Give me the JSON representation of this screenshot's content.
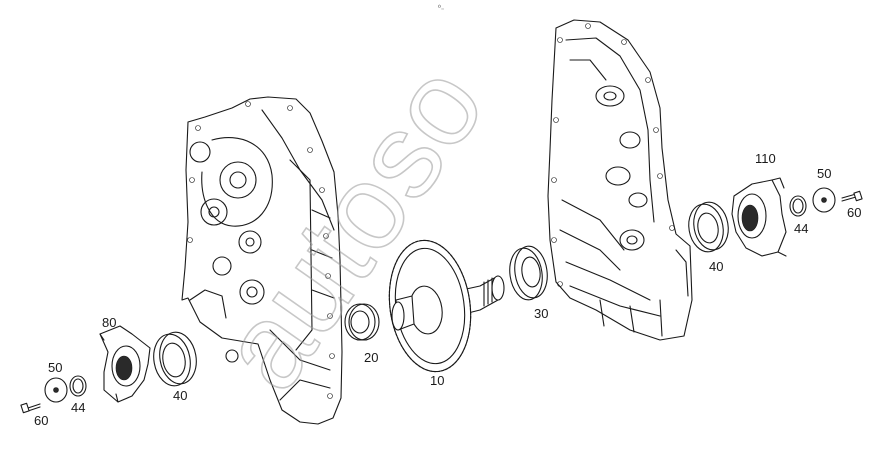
{
  "diagram": {
    "top_mark": "⁰₋",
    "watermark": "autoso",
    "callouts": [
      {
        "id": "10",
        "text": "10"
      },
      {
        "id": "20",
        "text": "20"
      },
      {
        "id": "30",
        "text": "30"
      },
      {
        "id": "40-left",
        "text": "40"
      },
      {
        "id": "40-right",
        "text": "40"
      },
      {
        "id": "44-left",
        "text": "44"
      },
      {
        "id": "44-right",
        "text": "44"
      },
      {
        "id": "50-left",
        "text": "50"
      },
      {
        "id": "50-right",
        "text": "50"
      },
      {
        "id": "60-left",
        "text": "60"
      },
      {
        "id": "60-right",
        "text": "60"
      },
      {
        "id": "80",
        "text": "80"
      },
      {
        "id": "110",
        "text": "110"
      }
    ]
  }
}
